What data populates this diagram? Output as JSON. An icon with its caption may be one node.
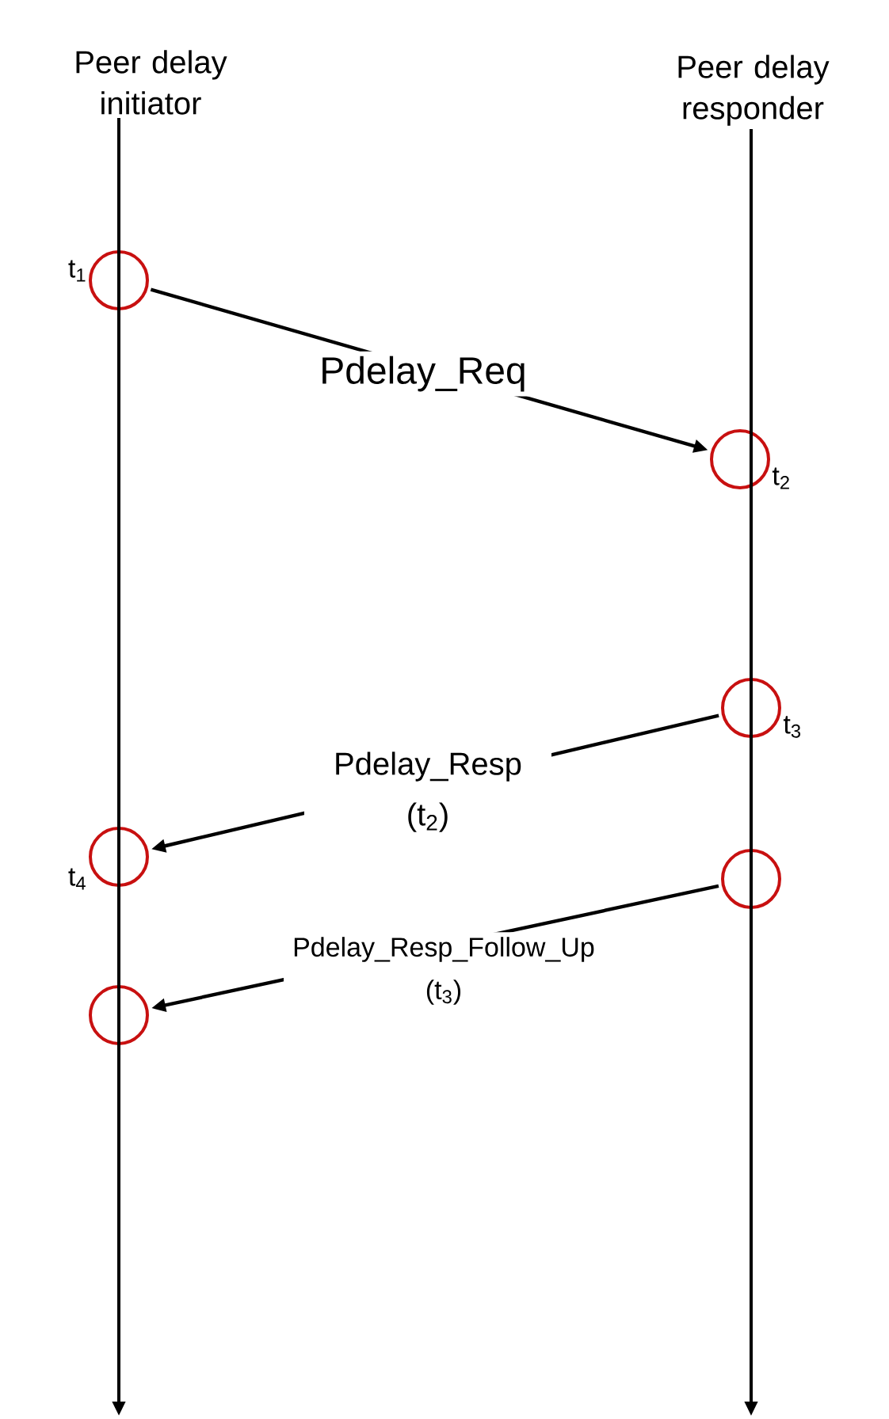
{
  "diagram": {
    "nodes": [
      {
        "text": [
          "Peer delay initiator"
        ]
      },
      {
        "text": [
          "Peer delay responder"
        ]
      },
      {
        "text": [],
        "shape": "circle",
        "beside": [
          "t$_{1}$"
        ]
      },
      {
        "text": [],
        "shape": "circle",
        "beside": [
          "t$_{2}$"
        ]
      },
      {
        "text": [],
        "shape": "circle",
        "beside": [
          "t$_{3}$"
        ]
      },
      {
        "text": [],
        "shape": "circle",
        "beside": [
          "t$_{4}$"
        ]
      },
      {
        "text": [],
        "shape": "circle"
      },
      {
        "text": [],
        "shape": "circle"
      }
    ],
    "edges": [
      {
        "from": 0,
        "to": null,
        "arrow": "to"
      },
      {
        "from": 1,
        "to": null,
        "arrow": "to"
      },
      {
        "from": 2,
        "to": 3,
        "arrow": "to",
        "label": "Pdelay_Req"
      },
      {
        "from": 4,
        "to": 5,
        "arrow": "to",
        "label": "Pdelay_Resp (t$_{2}$)"
      },
      {
        "from": 6,
        "to": 7,
        "arrow": "to",
        "label": "Pdelay_Resp_Follow_Up (t$_{3}$)"
      }
    ]
  }
}
